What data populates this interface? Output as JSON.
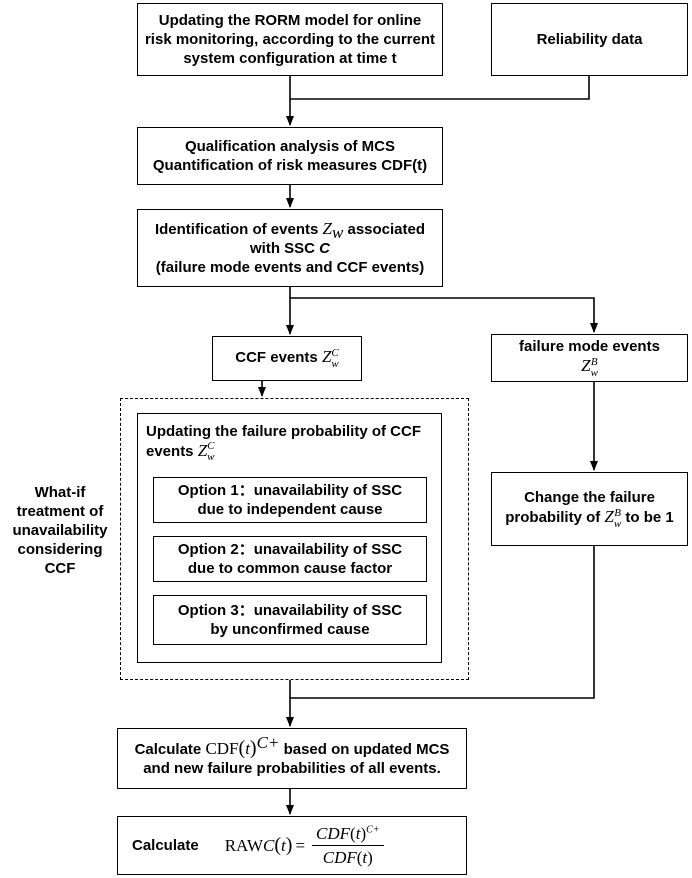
{
  "boxes": {
    "update_rorm": [
      "Updating the RORM model for online",
      "risk monitoring, according to the current",
      "system configuration at time t"
    ],
    "reliability": "Reliability data",
    "qualification": [
      "Qualification analysis of MCS",
      "Quantification of risk measures CDF(t)"
    ],
    "identification": {
      "line1_pre": "Identification of events ",
      "var": "Z",
      "sub": "w",
      "line1_post": " associated",
      "line2": "with SSC ",
      "line2_var": "C",
      "line3": "(failure mode events and CCF events)"
    },
    "ccf_events": {
      "label": "CCF events ",
      "var": "Z",
      "sup": "C",
      "sub": "w"
    },
    "failure_mode": {
      "label": "failure mode events",
      "var": "Z",
      "sup": "B",
      "sub": "w"
    },
    "updating_ccf": {
      "line1": "Updating the failure probability of CCF",
      "line2": "events ",
      "var": "Z",
      "sup": "C",
      "sub": "w"
    },
    "options": [
      [
        "Option 1：unavailability of SSC",
        "due to independent cause"
      ],
      [
        "Option 2：unavailability of SSC",
        "due to common cause factor"
      ],
      [
        "Option 3：unavailability of SSC",
        "by unconfirmed cause"
      ]
    ],
    "change": {
      "line1": "Change the failure",
      "line2_pre": "probability of ",
      "var": "Z",
      "sup": "B",
      "sub": "w",
      "line2_post": " to be 1"
    },
    "calc_cdf": {
      "pre": "Calculate ",
      "func": "CDF",
      "arg": "t",
      "sup": "C+",
      "post": " based on updated MCS",
      "line2": "and new failure probabilities of all events."
    },
    "calc_raw": {
      "label": "Calculate",
      "lhs": "RAW",
      "lhs_sub": "C",
      "arg": "t",
      "num": "CDF",
      "num_sup": "C+",
      "den": "CDF"
    }
  },
  "side_label": [
    "What-if",
    "treatment of",
    "unavailability",
    "considering",
    "CCF"
  ]
}
